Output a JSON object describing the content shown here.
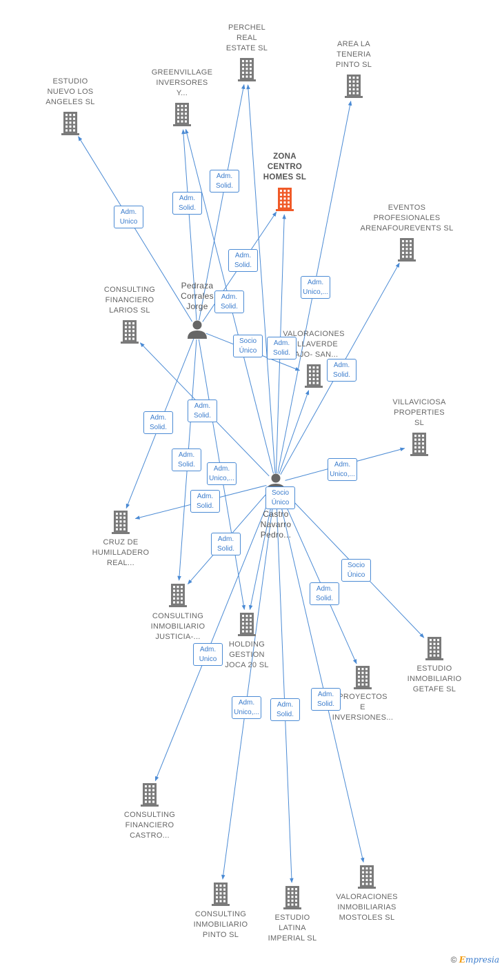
{
  "colors": {
    "edge": "#4a8ad4",
    "company": "#7a7a7a",
    "focus": "#f05a28",
    "person": "#666666"
  },
  "nodes": [
    {
      "id": "perchel",
      "type": "company",
      "label": "PERCHEL\nREAL\nESTATE  SL"
    },
    {
      "id": "area",
      "type": "company",
      "label": "AREA LA\nTENERIA\nPINTO  SL"
    },
    {
      "id": "estudio_nuevo",
      "type": "company",
      "label": "ESTUDIO\nNUEVO LOS\nANGELES SL"
    },
    {
      "id": "greenvillage",
      "type": "company",
      "label": "GREENVILLAGE\nINVERSORES\nY..."
    },
    {
      "id": "zona",
      "type": "focus",
      "label": "ZONA\nCENTRO\nHOMES  SL"
    },
    {
      "id": "eventos",
      "type": "company",
      "label": "EVENTOS\nPROFESIONALES\nARENAFOUREVENTS SL"
    },
    {
      "id": "pedraza",
      "type": "person",
      "label": "Pedraza\nCorrales\nJorge"
    },
    {
      "id": "consulting_larios",
      "type": "company",
      "label": "CONSULTING\nFINANCIERO\nLARIOS  SL"
    },
    {
      "id": "valoraciones_villaverde",
      "type": "company",
      "label": "VALORACIONES\nVILLAVERDE\nBAJO- SAN..."
    },
    {
      "id": "villaviciosa",
      "type": "company",
      "label": "VILLAVICIOSA\nPROPERTIES\nSL"
    },
    {
      "id": "castro",
      "type": "person",
      "label": "Castro\nNavarro\nPedro..."
    },
    {
      "id": "cruz",
      "type": "company",
      "label": "CRUZ DE\nHUMILLADERO\nREAL..."
    },
    {
      "id": "consulting_justicia",
      "type": "company",
      "label": "CONSULTING\nINMOBILIARIO\nJUSTICIA-..."
    },
    {
      "id": "holding",
      "type": "company",
      "label": "HOLDING\nGESTION\nJOCA 20  SL"
    },
    {
      "id": "estudio_getafe",
      "type": "company",
      "label": "ESTUDIO\nINMOBILIARIO\nGETAFE SL"
    },
    {
      "id": "proyectos",
      "type": "company",
      "label": "PROYECTOS\nE\nINVERSIONES..."
    },
    {
      "id": "consulting_castro",
      "type": "company",
      "label": "CONSULTING\nFINANCIERO\nCASTRO..."
    },
    {
      "id": "consulting_pinto",
      "type": "company",
      "label": "CONSULTING\nINMOBILIARIO\nPINTO  SL"
    },
    {
      "id": "estudio_latina",
      "type": "company",
      "label": "ESTUDIO\nLATINA\nIMPERIAL  SL"
    },
    {
      "id": "valoraciones_mostoles",
      "type": "company",
      "label": "VALORACIONES\nINMOBILIARIAS\nMOSTOLES  SL"
    }
  ],
  "edges": [
    {
      "from": "pedraza",
      "to": "estudio_nuevo",
      "label": "Adm.\nUnico"
    },
    {
      "from": "pedraza",
      "to": "greenvillage",
      "label": "Adm.\nSolid."
    },
    {
      "from": "pedraza",
      "to": "perchel",
      "label": "Adm.\nSolid."
    },
    {
      "from": "pedraza",
      "to": "zona",
      "label": "Adm.\nSolid."
    },
    {
      "from": "pedraza",
      "to": "valoraciones_villaverde",
      "label": "Socio\nÚnico"
    },
    {
      "from": "pedraza",
      "to": "cruz",
      "label": "Adm.\nSolid."
    },
    {
      "from": "pedraza",
      "to": "consulting_justicia",
      "label": "Adm.\nSolid."
    },
    {
      "from": "pedraza",
      "to": "holding",
      "label": "Adm.\nUnico,..."
    },
    {
      "from": "castro",
      "to": "greenvillage",
      "label": "Adm.\nSolid."
    },
    {
      "from": "castro",
      "to": "perchel",
      "label": "Adm.\nSolid."
    },
    {
      "from": "castro",
      "to": "zona",
      "label": "Adm.\nSolid."
    },
    {
      "from": "castro",
      "to": "area",
      "label": "Adm.\nUnico,..."
    },
    {
      "from": "castro",
      "to": "eventos",
      "label": "Adm.\nSolid."
    },
    {
      "from": "castro",
      "to": "valoraciones_villaverde",
      "label": "Adm.\nSolid."
    },
    {
      "from": "castro",
      "to": "consulting_larios",
      "label": "Adm.\nSolid."
    },
    {
      "from": "castro",
      "to": "villaviciosa",
      "label": "Adm.\nUnico,..."
    },
    {
      "from": "castro",
      "to": "cruz",
      "label": "Adm.\nSolid."
    },
    {
      "from": "castro",
      "to": "consulting_justicia",
      "label": "Adm.\nSolid."
    },
    {
      "from": "castro",
      "to": "holding",
      "label": "Socio\nÚnico"
    },
    {
      "from": "castro",
      "to": "estudio_getafe",
      "label": "Socio\nÚnico"
    },
    {
      "from": "castro",
      "to": "proyectos",
      "label": "Adm.\nSolid."
    },
    {
      "from": "castro",
      "to": "consulting_castro",
      "label": "Adm.\nUnico"
    },
    {
      "from": "castro",
      "to": "consulting_pinto",
      "label": "Adm.\nUnico,..."
    },
    {
      "from": "castro",
      "to": "estudio_latina",
      "label": "Adm.\nSolid."
    },
    {
      "from": "castro",
      "to": "valoraciones_mostoles",
      "label": "Adm.\nSolid."
    }
  ],
  "footer": {
    "copyright": "©",
    "brand_initial": "E",
    "brand_rest": "mpresia"
  }
}
